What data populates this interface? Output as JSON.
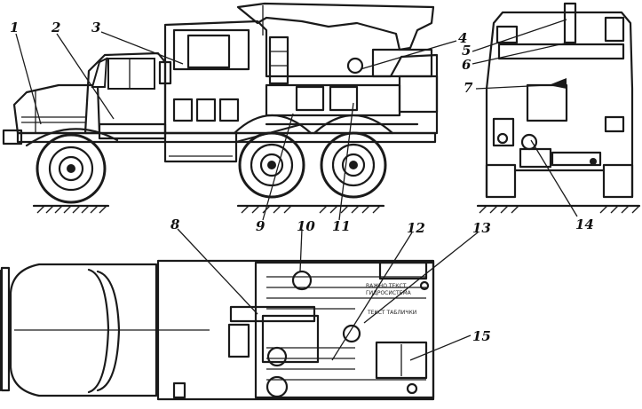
{
  "callouts": {
    "n1": "1",
    "n2": "2",
    "n3": "3",
    "n4": "4",
    "n5": "5",
    "n6": "6",
    "n7": "7",
    "n8": "8",
    "n9": "9",
    "n10": "10",
    "n11": "11",
    "n12": "12",
    "n13": "13",
    "n14": "14",
    "n15": "15"
  },
  "small_text": {
    "plate1": "ВАЖНО ТЕКСТ",
    "plate2": "ГИДРОСИСТЕМА",
    "plate3": "ТЕКСТ ТАБЛИЧКИ"
  }
}
